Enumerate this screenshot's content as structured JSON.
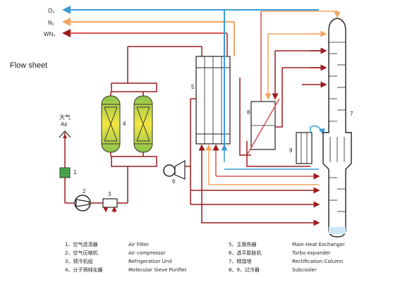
{
  "title": "Flow sheet",
  "streams": {
    "o2": "O₂",
    "n2": "N₂",
    "wn2": "WN₂"
  },
  "air": {
    "cn": "大气",
    "en": "Air"
  },
  "units": {
    "u1": "1",
    "u2": "2",
    "u3": "3",
    "u4": "4",
    "u5": "5",
    "u6": "6",
    "u7": "7",
    "u8": "8",
    "u9": "9"
  },
  "legend": {
    "left": [
      {
        "cn": "1、空气滤清器",
        "en": "Air Filter"
      },
      {
        "cn": "2、空气压缩机",
        "en": "Air compressor"
      },
      {
        "cn": "3、预冷机组",
        "en": "Refrigeration Unit"
      },
      {
        "cn": "4、分子筛纯化器",
        "en": "Molecular Sieve Purifier"
      }
    ],
    "right": [
      {
        "cn": "5、主换热器",
        "en": "Main Heat Exchanger"
      },
      {
        "cn": "6、透平膨胀机",
        "en": "Turbo expander"
      },
      {
        "cn": "7、精馏塔",
        "en": "Rectification Column"
      },
      {
        "cn": "8、9、过冷器",
        "en": "Subcooler"
      }
    ]
  },
  "colors": {
    "red_line": "#9b1b1b",
    "orange_line": "#f4a460",
    "blue_line": "#3a9bd5",
    "vessel_green": "#8bc34a",
    "vessel_yellow": "#f5e642"
  }
}
